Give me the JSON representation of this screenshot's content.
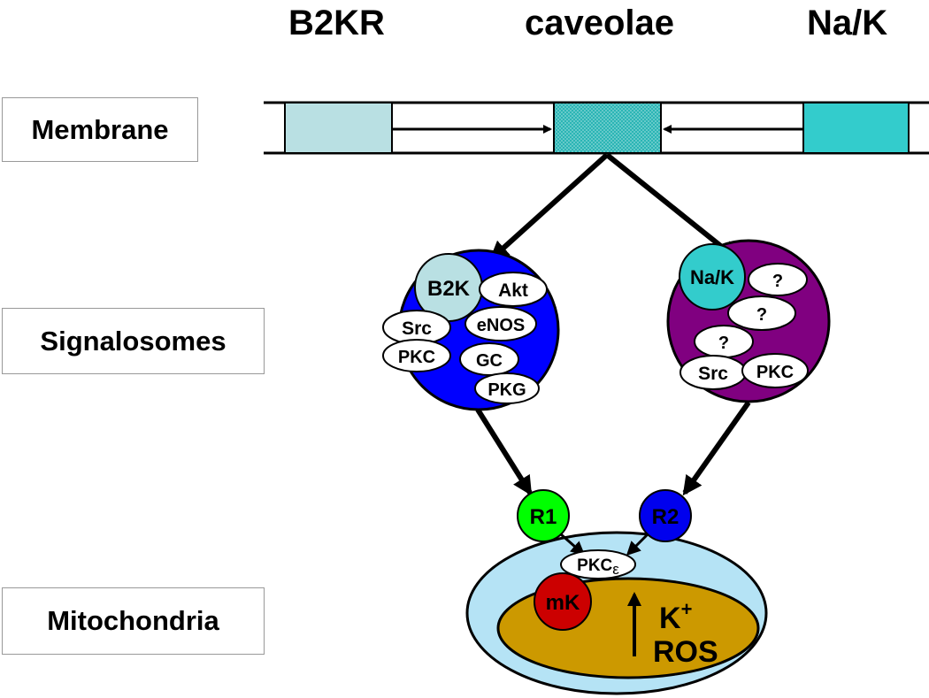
{
  "header": {
    "b2kr": "B2KR",
    "caveolae": "caveolae",
    "nak": "Na/K"
  },
  "sections": {
    "membrane": "Membrane",
    "signalosomes": "Signalosomes",
    "mitochondria": "Mitochondria"
  },
  "left_signalosome": {
    "receptor": "B2K",
    "items": [
      "Akt",
      "Src",
      "eNOS",
      "PKC",
      "GC",
      "PKG"
    ]
  },
  "right_signalosome": {
    "receptor": "Na/K",
    "items": [
      "?",
      "?",
      "?",
      "Src",
      "PKC"
    ]
  },
  "mitochondria": {
    "r1": "R1",
    "r2": "R2",
    "pkc": "PKC",
    "pkc_sub": "ε",
    "mk": "mK",
    "k_base": "K",
    "k_sup": "+",
    "ros": "ROS"
  },
  "colors": {
    "b2kr_box": "#b9e0e3",
    "nak_box": "#33cccc",
    "caveolae_box": "#2bb5b5",
    "left_circle": "#0000ff",
    "right_circle": "#800080",
    "r1": "#00ff00",
    "r2": "#0000ee",
    "mito_outer": "#b5e3f5",
    "mito_inner": "#cc9900",
    "mk": "#cc0000"
  }
}
